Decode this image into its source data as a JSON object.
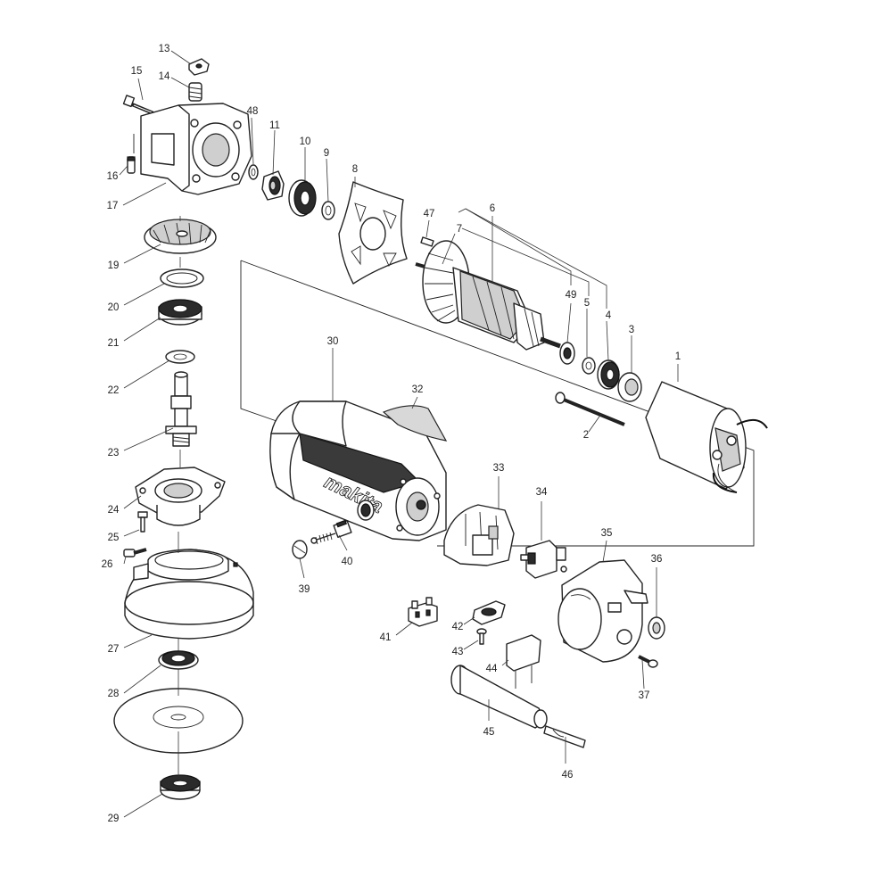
{
  "brand": "makita",
  "callouts": [
    {
      "id": "13",
      "text": "13"
    },
    {
      "id": "14",
      "text": "14"
    },
    {
      "id": "15",
      "text": "15"
    },
    {
      "id": "16",
      "text": "16"
    },
    {
      "id": "17",
      "text": "17"
    },
    {
      "id": "48",
      "text": "48"
    },
    {
      "id": "11",
      "text": "11"
    },
    {
      "id": "10",
      "text": "10"
    },
    {
      "id": "9",
      "text": "9"
    },
    {
      "id": "8",
      "text": "8"
    },
    {
      "id": "47",
      "text": "47"
    },
    {
      "id": "7",
      "text": "7"
    },
    {
      "id": "6",
      "text": "6"
    },
    {
      "id": "19",
      "text": "19"
    },
    {
      "id": "20",
      "text": "20"
    },
    {
      "id": "21",
      "text": "21"
    },
    {
      "id": "22",
      "text": "22"
    },
    {
      "id": "23",
      "text": "23"
    },
    {
      "id": "24",
      "text": "24"
    },
    {
      "id": "25",
      "text": "25"
    },
    {
      "id": "26",
      "text": "26"
    },
    {
      "id": "27",
      "text": "27"
    },
    {
      "id": "28",
      "text": "28"
    },
    {
      "id": "29",
      "text": "29"
    },
    {
      "id": "30",
      "text": "30"
    },
    {
      "id": "32",
      "text": "32"
    },
    {
      "id": "49",
      "text": "49"
    },
    {
      "id": "5",
      "text": "5"
    },
    {
      "id": "4",
      "text": "4"
    },
    {
      "id": "3",
      "text": "3"
    },
    {
      "id": "1",
      "text": "1"
    },
    {
      "id": "2",
      "text": "2"
    },
    {
      "id": "33",
      "text": "33"
    },
    {
      "id": "34",
      "text": "34"
    },
    {
      "id": "35",
      "text": "35"
    },
    {
      "id": "36",
      "text": "36"
    },
    {
      "id": "37",
      "text": "37"
    },
    {
      "id": "39",
      "text": "39"
    },
    {
      "id": "40",
      "text": "40"
    },
    {
      "id": "41",
      "text": "41"
    },
    {
      "id": "42",
      "text": "42"
    },
    {
      "id": "43",
      "text": "43"
    },
    {
      "id": "44",
      "text": "44"
    },
    {
      "id": "45",
      "text": "45"
    },
    {
      "id": "46",
      "text": "46"
    }
  ]
}
